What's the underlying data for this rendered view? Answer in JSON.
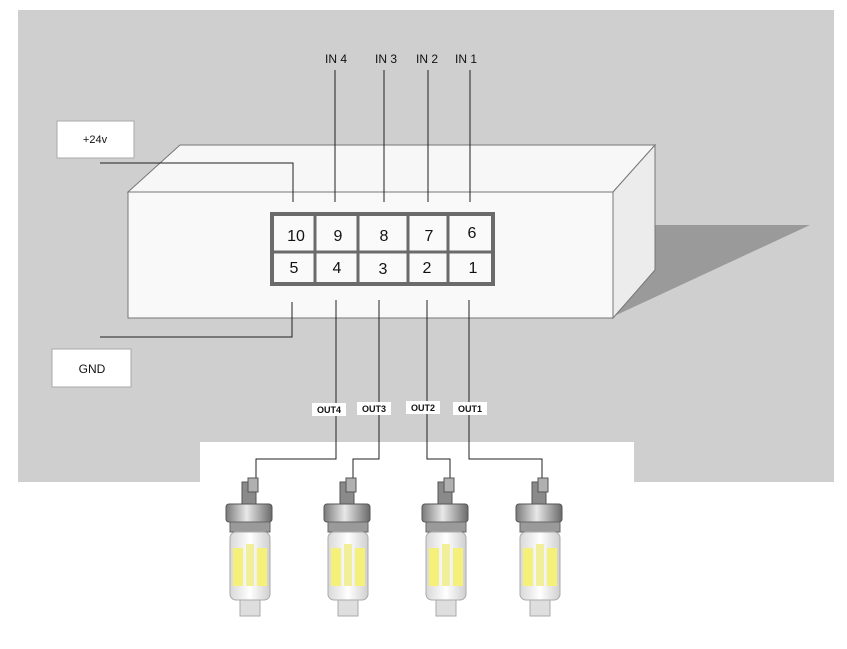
{
  "inputs": [
    "IN 4",
    "IN 3",
    "IN 2",
    "IN 1"
  ],
  "power": {
    "vplus": "+24v",
    "gnd": "GND"
  },
  "pins_top": [
    "10",
    "9",
    "8",
    "7",
    "6"
  ],
  "pins_bottom": [
    "5",
    "4",
    "3",
    "2",
    "1"
  ],
  "outputs": [
    "OUT4",
    "OUT3",
    "OUT2",
    "OUT1"
  ],
  "colors": {
    "background_panel": "#cfcfcf",
    "module_face": "#f5f5f5",
    "connector_border": "#666666",
    "shadow": "#9a9a9a",
    "led_yellow": "#f4f07a"
  }
}
